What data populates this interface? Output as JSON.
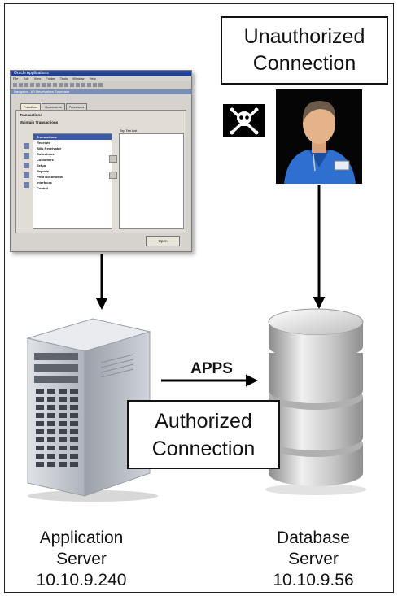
{
  "labels": {
    "unauthorized_line1": "Unauthorized",
    "unauthorized_line2": "Connection",
    "authorized_line1": "Authorized",
    "authorized_line2": "Connection",
    "apps": "APPS",
    "app_server_line1": "Application",
    "app_server_line2": "Server",
    "app_server_ip": "10.10.9.240",
    "db_server_line1": "Database",
    "db_server_line2": "Server",
    "db_server_ip": "10.10.9.56"
  },
  "oracle_form": {
    "window_title": "Oracle Applications",
    "menu": [
      "File",
      "Edit",
      "View",
      "Folder",
      "Tools",
      "Window",
      "Help"
    ],
    "subtitle": "Navigator - AR Receivables Superuser",
    "tabs": [
      "Functions",
      "Documents",
      "Processes"
    ],
    "heading1": "Transactions",
    "heading2": "Maintain Transactions",
    "list_items": [
      "Transactions",
      "Receipts",
      "Bills Receivable",
      "Collections",
      "Customers",
      "Setup",
      "Reports",
      "Print Documents",
      "Interfaces",
      "Control"
    ],
    "top_ten_label": "Top Ten List",
    "open_button": "Open"
  },
  "colors": {
    "skull_badge": "#000000",
    "person_background": "#050505",
    "person_shirt": "#2f6fd0",
    "server_body": "#bfc4cc",
    "database_body": "#c9c9c9",
    "arrow": "#000000"
  },
  "icons": [
    "skull-crossbones-icon",
    "person-icon",
    "server-icon",
    "database-icon"
  ]
}
